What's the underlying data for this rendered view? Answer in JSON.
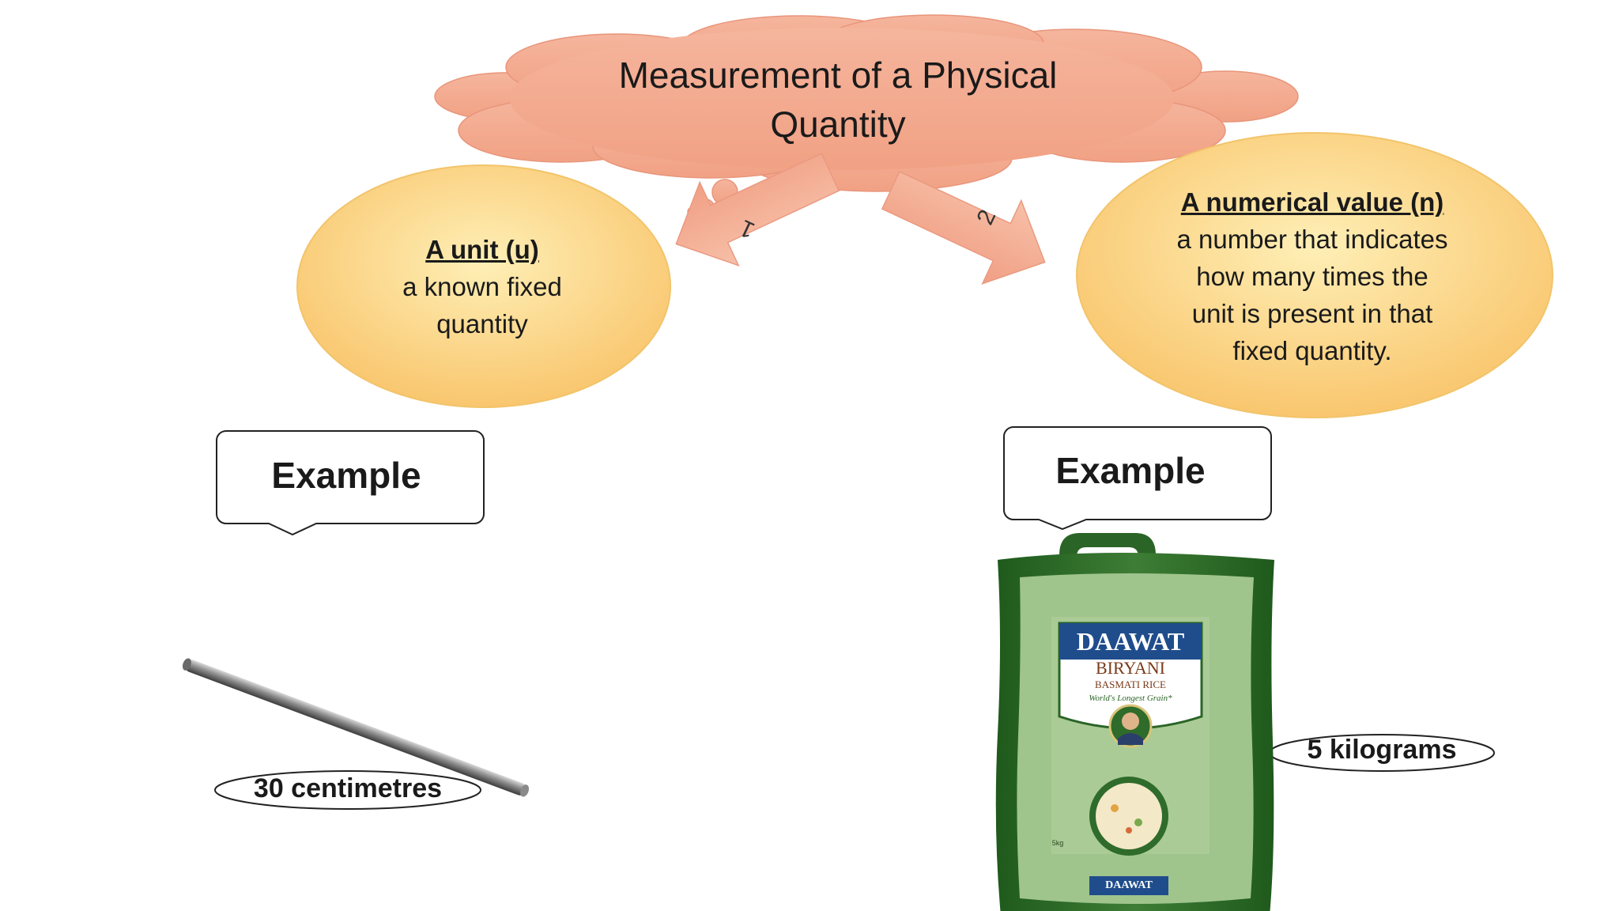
{
  "title": {
    "line1": "Measurement of a Physical",
    "line2": "Quantity"
  },
  "unit_component": {
    "heading": "A unit (u)",
    "description_line1": "a known fixed",
    "description_line2": "quantity",
    "step_number": "1"
  },
  "value_component": {
    "heading": "A numerical value (n)",
    "description_line1": "a number that indicates",
    "description_line2": "how many times the",
    "description_line3": "unit is present in that",
    "description_line4": "fixed quantity.",
    "step_number": "2"
  },
  "examples": {
    "left_label": "Example",
    "right_label": "Example",
    "left_measure": "30 centimetres",
    "right_measure": "5 kilograms"
  },
  "rice_bag": {
    "brand": "DAAWAT",
    "product": "BIRYANI",
    "variety": "BASMATI RICE",
    "tagline": "World's Longest Grain*",
    "net_weight": "5kg"
  },
  "colors": {
    "cloud_fill": "#f4ae96",
    "cloud_stroke": "#e79a80",
    "oval_fill_light": "#fde9a8",
    "oval_fill_dark": "#f9c46a",
    "bag_green": "#2f6b2a"
  },
  "icons": [
    "thought-cloud",
    "ellipse",
    "arrow",
    "speech-callout",
    "metal-rod",
    "rice-bag"
  ]
}
